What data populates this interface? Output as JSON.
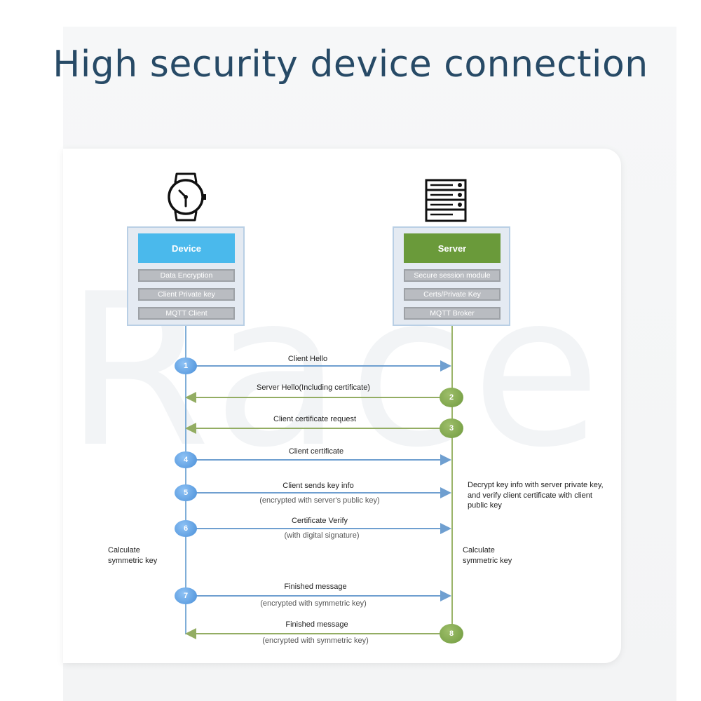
{
  "title": "High security device connection",
  "watermark": "Race",
  "device": {
    "header": "Device",
    "items": [
      "Data Encryption",
      "Client Private key",
      "MQTT Client"
    ]
  },
  "server": {
    "header": "Server",
    "items": [
      "Secure session module",
      "Certs/Private Key",
      "MQTT Broker"
    ]
  },
  "steps": [
    {
      "num": "1",
      "label": "Client Hello",
      "sub": "",
      "dir": "to-server"
    },
    {
      "num": "2",
      "label": "Server Hello(Including certificate)",
      "sub": "",
      "dir": "to-device"
    },
    {
      "num": "3",
      "label": "Client certificate request",
      "sub": "",
      "dir": "to-device"
    },
    {
      "num": "4",
      "label": "Client certificate",
      "sub": "",
      "dir": "to-server"
    },
    {
      "num": "5",
      "label": "Client sends key info",
      "sub": "(encrypted with server's public key)",
      "dir": "to-server"
    },
    {
      "num": "6",
      "label": "Certificate Verify",
      "sub": "(with digital signature)",
      "dir": "to-server"
    },
    {
      "num": "7",
      "label": "Finished message",
      "sub": "(encrypted with symmetric key)",
      "dir": "to-server"
    },
    {
      "num": "8",
      "label": "Finished message",
      "sub": "(encrypted with symmetric key)",
      "dir": "to-device"
    }
  ],
  "notes": {
    "server_decrypt": "Decrypt key info with server private key, and verify client certificate  with client public key",
    "device_calc": "Calculate symmetric key",
    "server_calc": "Calculate symmetric key"
  },
  "colors": {
    "title": "#274a66",
    "device_line": "#7faed8",
    "server_line": "#9bb56a",
    "device_header": "#4ab9ec",
    "server_header": "#6a9a3a"
  }
}
